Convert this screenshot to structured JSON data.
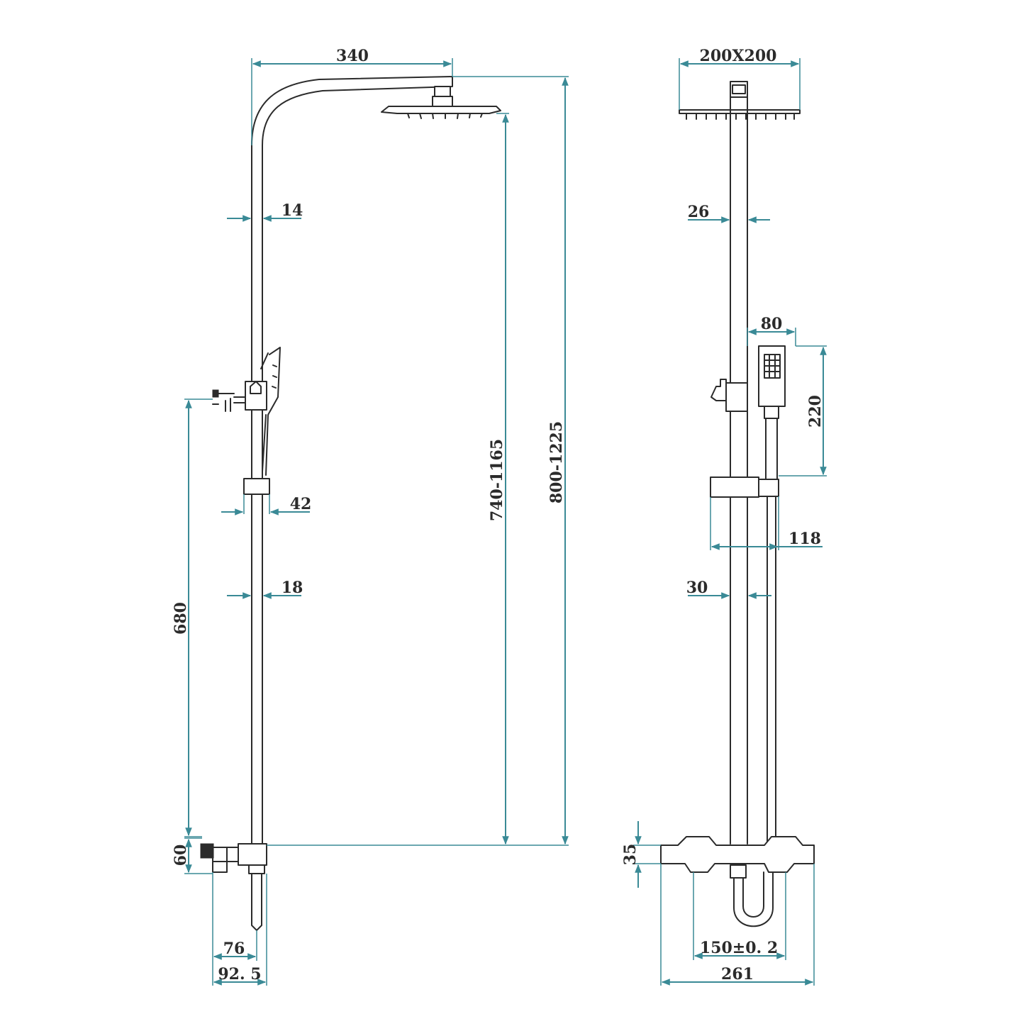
{
  "colors": {
    "line": "#2b2b2b",
    "dimension": "#3a8a96",
    "background": "#ffffff"
  },
  "side_view": {
    "arm_length": "340",
    "tube_upper": "14",
    "holder_width": "42",
    "tube_lower": "18",
    "rail_height": "680",
    "outlet_height": "60",
    "head_height": "740-1165",
    "total_height": "800-1225",
    "inlet_offset": "76",
    "inlet_depth": "92. 5"
  },
  "front_view": {
    "head_size": "200X200",
    "pipe_upper": "26",
    "hand_width": "80",
    "hand_length": "220",
    "holder_span": "118",
    "pipe_lower": "30",
    "valve_height": "35",
    "centers": "150±0. 2",
    "valve_width": "261"
  }
}
